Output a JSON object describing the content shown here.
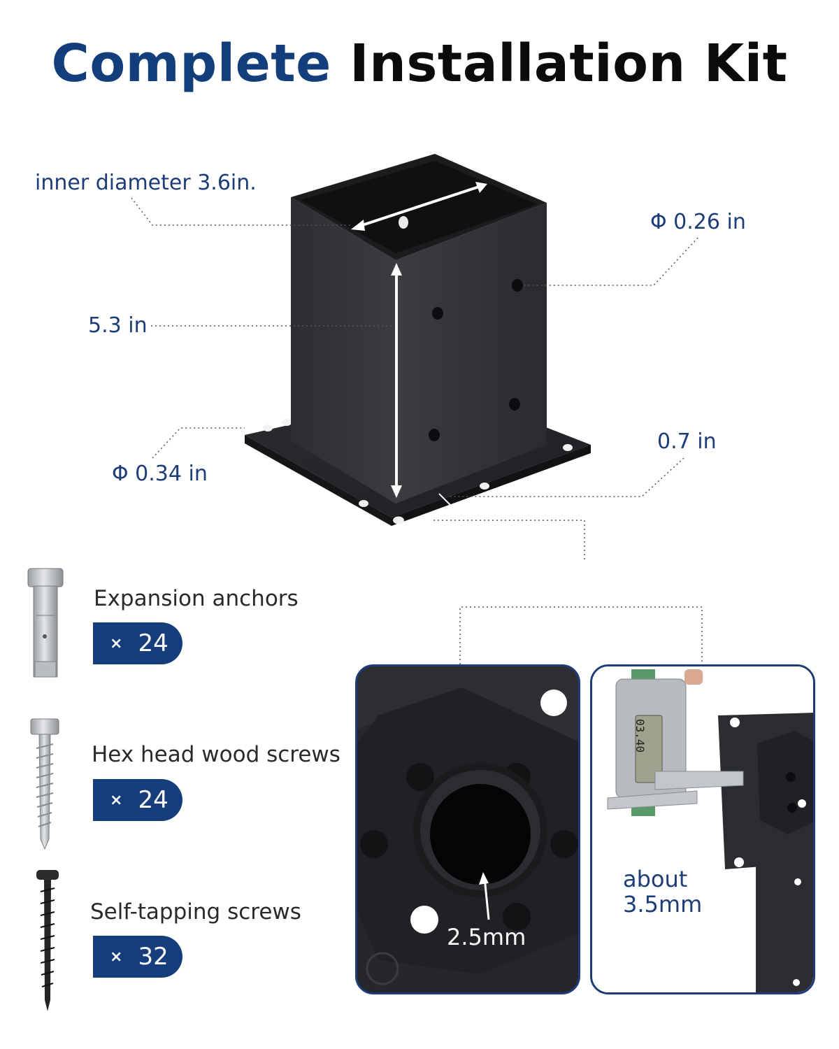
{
  "title": {
    "accent": "Complete",
    "rest": "Installation Kit"
  },
  "callouts": {
    "inner_diameter": "inner diameter 3.6in.",
    "height": "5.3 in",
    "hole_side": "Φ 0.26 in",
    "hole_base": "Φ 0.34 in",
    "base_edge": "0.7 in"
  },
  "items": [
    {
      "label": "Expansion anchors",
      "qty": "24",
      "qty_prefix": "×",
      "icon": "expansion-anchor-icon"
    },
    {
      "label": "Hex head wood screws",
      "qty": "24",
      "qty_prefix": "×",
      "icon": "hex-wood-screw-icon"
    },
    {
      "label": "Self-tapping screws",
      "qty": "32",
      "qty_prefix": "×",
      "icon": "self-tapping-screw-icon"
    }
  ],
  "detail_panels": {
    "left_label": "2.5mm",
    "right_label_line1": "about",
    "right_label_line2": "3.5mm",
    "caliper_reading": "03.40"
  },
  "colors": {
    "accent": "#123e7c",
    "pill": "#163e7c",
    "callout_text": "#1d3d78",
    "metal": "#2b2d30"
  }
}
